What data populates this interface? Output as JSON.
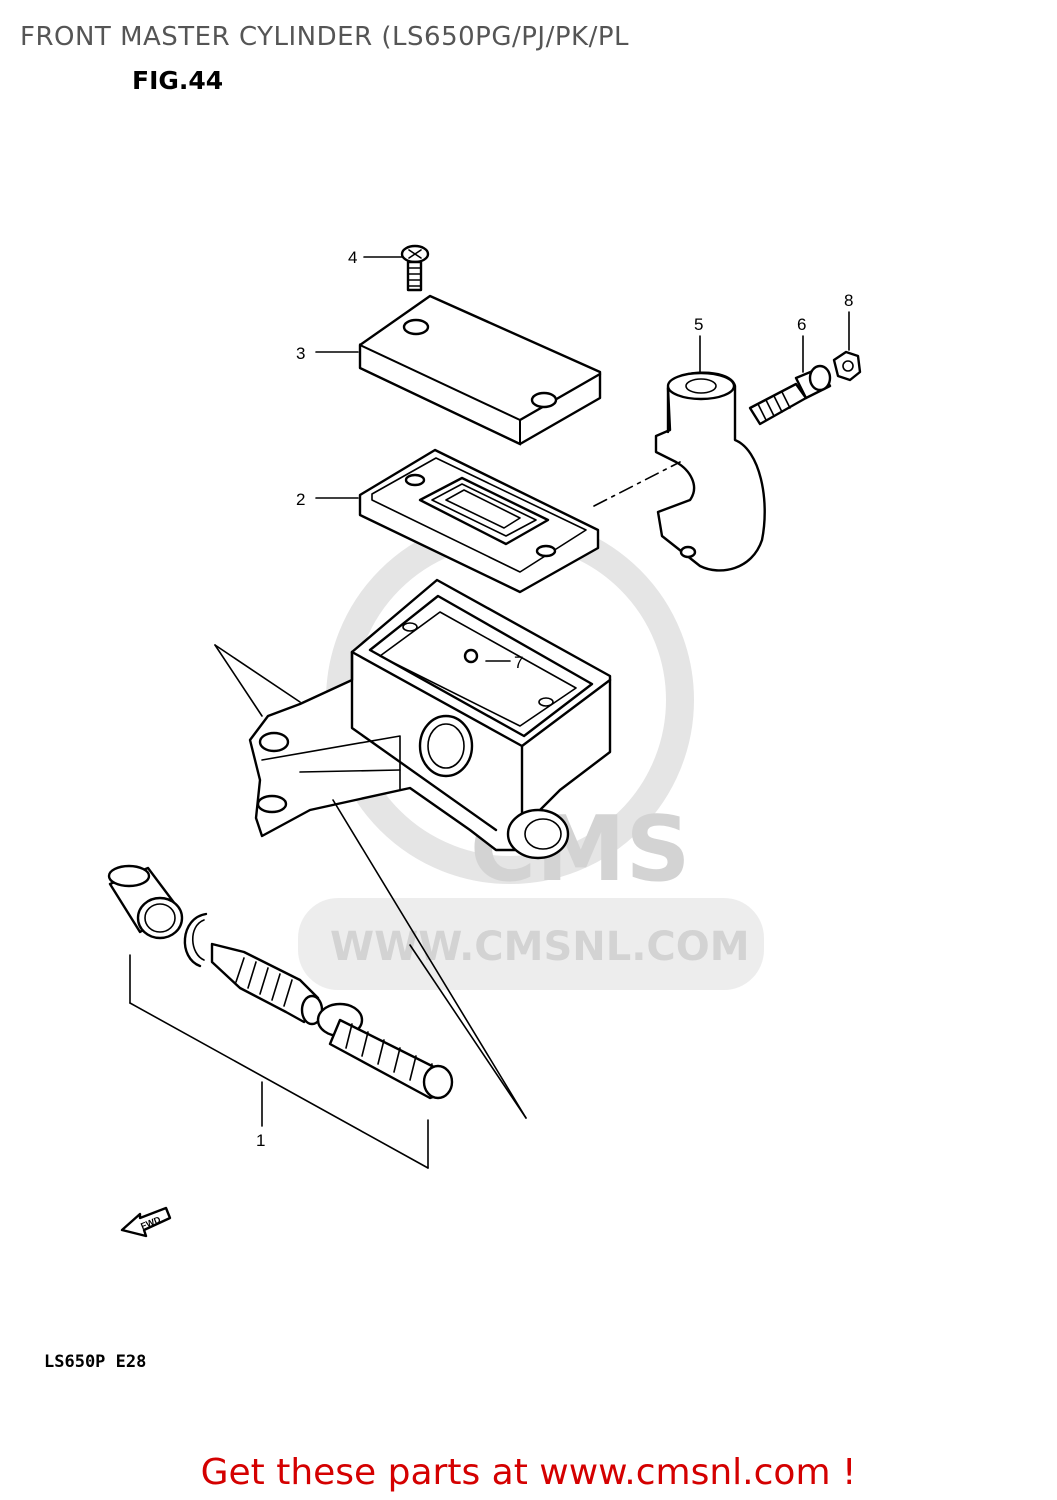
{
  "header": {
    "title": "FRONT MASTER CYLINDER (LS650PG/PJ/PK/PL",
    "fig": "FIG.44"
  },
  "callouts": [
    {
      "id": "1",
      "label": "1"
    },
    {
      "id": "2",
      "label": "2"
    },
    {
      "id": "3",
      "label": "3"
    },
    {
      "id": "4",
      "label": "4"
    },
    {
      "id": "5",
      "label": "5"
    },
    {
      "id": "6",
      "label": "6"
    },
    {
      "id": "7",
      "label": "7"
    },
    {
      "id": "8",
      "label": "8"
    }
  ],
  "fwd_arrow": "FWD",
  "watermark": {
    "logo": "CMS",
    "url": "WWW.CMSNL.COM"
  },
  "footer": {
    "model": "LS650P  E28",
    "link_text": "Get these parts at www.cmsnl.com !",
    "link_color": "#d40000"
  }
}
